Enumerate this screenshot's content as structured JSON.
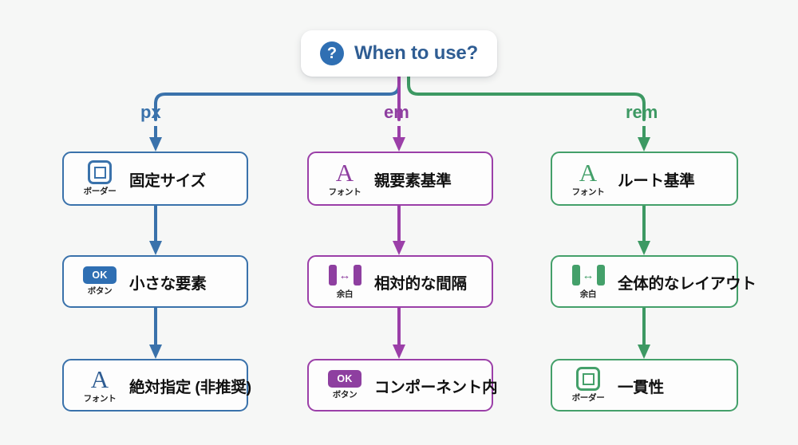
{
  "background_color": "#f6f7f6",
  "root": {
    "icon": "question-mark-circle-icon",
    "title": "When to use?"
  },
  "colors": {
    "px": "#3a72ab",
    "em": "#9b3fa8",
    "rem": "#44a06a",
    "title": "#2f5d93"
  },
  "columns": [
    {
      "key": "px",
      "label": "px",
      "color": "#3a72ab",
      "nodes": [
        {
          "icon": "border-icon",
          "badge_caption": "ボーダー",
          "label": "固定サイズ"
        },
        {
          "icon": "button-icon",
          "badge_text": "OK",
          "badge_caption": "ボタン",
          "label": "小さな要素"
        },
        {
          "icon": "font-icon",
          "badge_text": "A",
          "badge_caption": "フォント",
          "label": "絶対指定 (非推奨)"
        }
      ]
    },
    {
      "key": "em",
      "label": "em",
      "color": "#9b3fa8",
      "nodes": [
        {
          "icon": "font-icon",
          "badge_text": "A",
          "badge_caption": "フォント",
          "label": "親要素基準"
        },
        {
          "icon": "spacing-icon",
          "badge_caption": "余白",
          "label": "相対的な間隔"
        },
        {
          "icon": "button-icon",
          "badge_text": "OK",
          "badge_caption": "ボタン",
          "label": "コンポーネント内"
        }
      ]
    },
    {
      "key": "rem",
      "label": "rem",
      "color": "#44a06a",
      "nodes": [
        {
          "icon": "font-icon",
          "badge_text": "A",
          "badge_caption": "フォント",
          "label": "ルート基準"
        },
        {
          "icon": "spacing-icon",
          "badge_caption": "余白",
          "label": "全体的なレイアウト"
        },
        {
          "icon": "border-icon",
          "badge_caption": "ボーダー",
          "label": "一貫性"
        }
      ]
    }
  ]
}
